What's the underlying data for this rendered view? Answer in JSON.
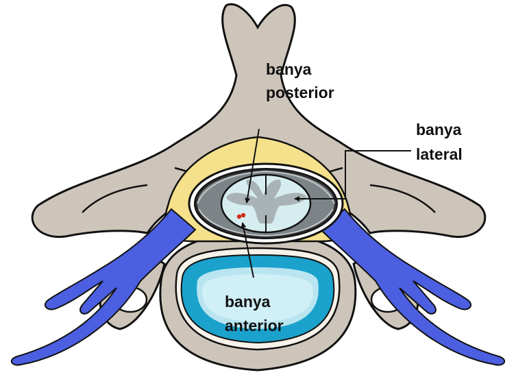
{
  "labels": {
    "posterior_line1": "banya",
    "posterior_line2": "posterior",
    "lateral_line1": "banya",
    "lateral_line2": "lateral",
    "anterior_line1": "banya",
    "anterior_line2": "anterior"
  },
  "colors": {
    "bone": "#cec5ba",
    "bone_outline": "#111111",
    "ligament_yellow": "#f5e08c",
    "vein_blue": "#4b5fe0",
    "disc_blue": "#1aa2cc",
    "disc_light": "#b9e5f0",
    "canal_dark": "#2b2b2b",
    "cord_light": "#d6edf0",
    "grey_matter": "#a9b2b5",
    "artery_red": "#d12a1a"
  },
  "icons": [
    "spinal-cord-section",
    "vertebra",
    "intervertebral-disc"
  ]
}
